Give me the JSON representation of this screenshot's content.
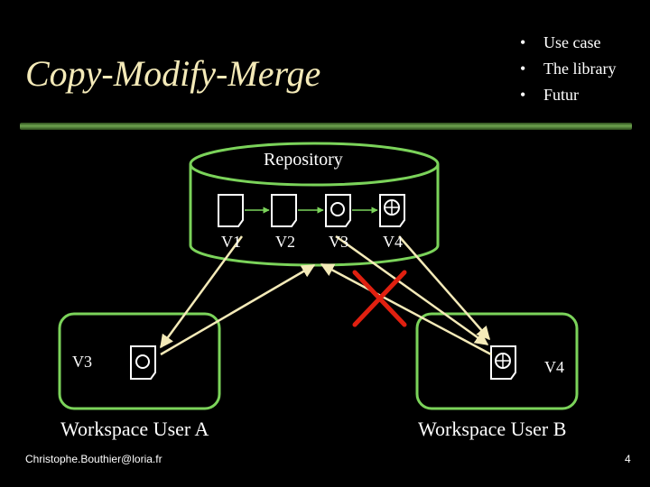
{
  "slide": {
    "title": "Copy-Modify-Merge",
    "agenda": [
      {
        "bullet": "•",
        "text": "Use case"
      },
      {
        "bullet": "•",
        "text": "The library"
      },
      {
        "bullet": "•",
        "text": "Futur"
      }
    ],
    "footer": "Christophe.Bouthier@loria.fr",
    "page_number": "4"
  },
  "diagram": {
    "repository_label": "Repository",
    "versions": [
      "V1",
      "V2",
      "V3",
      "V4"
    ],
    "workspace_a": {
      "name": "Workspace User A",
      "version": "V3"
    },
    "workspace_b": {
      "name": "Workspace User B",
      "version": "V4"
    },
    "colors": {
      "outline": "#7bd35a",
      "arrow": "#f4eab8",
      "reject_cross": "#e02010",
      "title": "#f4eab8"
    }
  }
}
